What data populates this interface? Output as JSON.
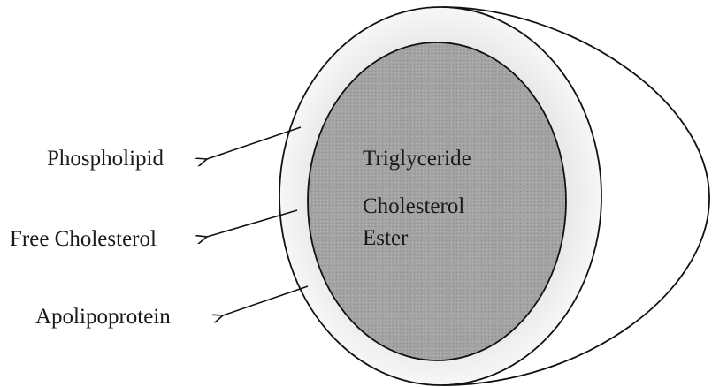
{
  "diagram": {
    "core": {
      "line1": "Triglyceride",
      "line2": "Cholesterol",
      "line3": "Ester"
    },
    "labels": {
      "phospholipid": "Phospholipid",
      "free_cholesterol": "Free Cholesterol",
      "apolipoprotein": "Apolipoprotein"
    },
    "colors": {
      "outline": "#111111",
      "outer_shell": "#f2f2f2",
      "core_fill": "#a3a3a3"
    }
  }
}
